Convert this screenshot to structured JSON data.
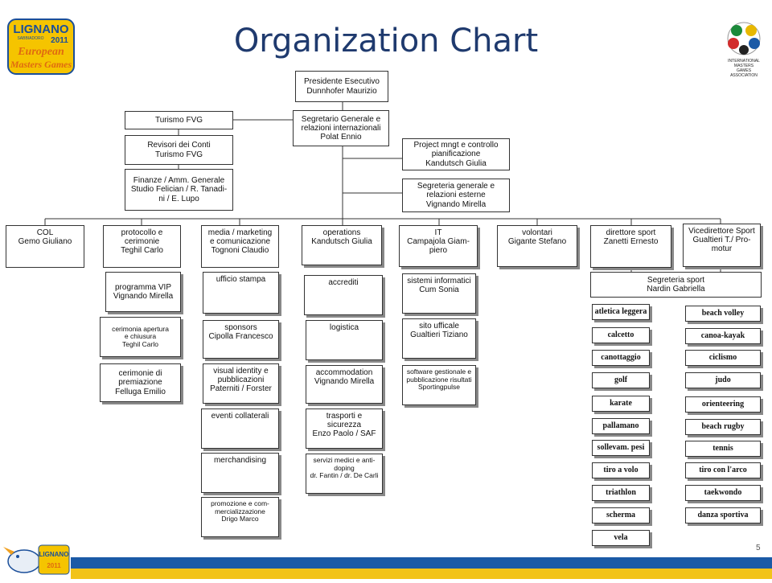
{
  "title": "Organization Chart",
  "page_number": "5",
  "logo_left": {
    "line1": "LIGNANO",
    "line2": "SABBIADORO",
    "line3": "2011",
    "line4": "European",
    "line5": "Masters Games"
  },
  "logo_right": {
    "line1": "INTERNATIONAL",
    "line2": "MASTERS",
    "line3": "GAMES",
    "line4": "ASSOCIATION"
  },
  "logo_bottom": {
    "line1": "LIGNANO",
    "line2": "2011"
  },
  "boxes": {
    "presidente": "Presidente Esecutivo\nDunnhofer Maurizio",
    "segretario": "Segretario Generale e\nrelazioni internazionali\nPolat Ennio",
    "turismo": "Turismo FVG",
    "revisori": "Revisori dei Conti\nTurismo FVG",
    "finanze": "Finanze / Amm. Generale\nStudio Felician / R. Tanadi-\nni / E. Lupo",
    "project": "Project mngt e controllo\npianificazione\nKandutsch Giulia",
    "segreteria_gen": "Segreteria generale e\nrelazioni esterne\nVignando Mirella",
    "col": "COL\nGemo Giuliano",
    "protocollo": "protocollo e\ncerimonie\nTeghil Carlo",
    "media": "media / marketing\ne comunicazione\nTognoni Claudio",
    "operations": "operations\nKandutsch Giulia",
    "it": "IT\nCampajola Giam-\npiero",
    "volontari": "volontari\nGigante Stefano",
    "direttore": "direttore sport\nZanetti Ernesto",
    "vicedirettore": "Vicedirettore Sport\nGualtieri T./ Pro-\nmotur",
    "programma": "programma VIP\nVignando Mirella",
    "cerimonia_ap": "cerimonia apertura\ne chiusura\nTeghil Carlo",
    "cerimonie_prem": "cerimonie di\npremiazione\nFelluga Emilio",
    "ufficio_stampa": "ufficio stampa",
    "sponsors": "sponsors\nCipolla Francesco",
    "visual": "visual identity e\npubblicazioni\nPaterniti / Forster",
    "eventi": "eventi collaterali",
    "merch": "merchandising",
    "promozione": "promozione e com-\nmercializzazione\nDrigo Marco",
    "accrediti": "accrediti",
    "logistica": "logistica",
    "accommodation": "accommodation\nVignando Mirella",
    "trasporti": "trasporti e\nsicurezza\nEnzo Paolo / SAF",
    "servizi": "servizi medici e anti-\ndoping\ndr. Fantin / dr. De Carli",
    "sistemi": "sistemi informatici\nCum Sonia",
    "sito": "sito ufficale\nGualtieri Tiziano",
    "software": "software gestionale e\npubblicazione risultati\nSportingpulse",
    "segreteria_sport": "Segreteria sport\nNardin Gabriella"
  },
  "sports_left": [
    "atletica leggera",
    "calcetto",
    "canottaggio",
    "golf",
    "karate",
    "pallamano",
    "sollevam. pesi",
    "tiro a volo",
    "triathlon",
    "scherma",
    "vela"
  ],
  "sports_right": [
    "beach volley",
    "canoa-kayak",
    "ciclismo",
    "judo",
    "orienteering",
    "beach rugby",
    "tennis",
    "tiro con l'arco",
    "taekwondo",
    "danza sportiva"
  ]
}
